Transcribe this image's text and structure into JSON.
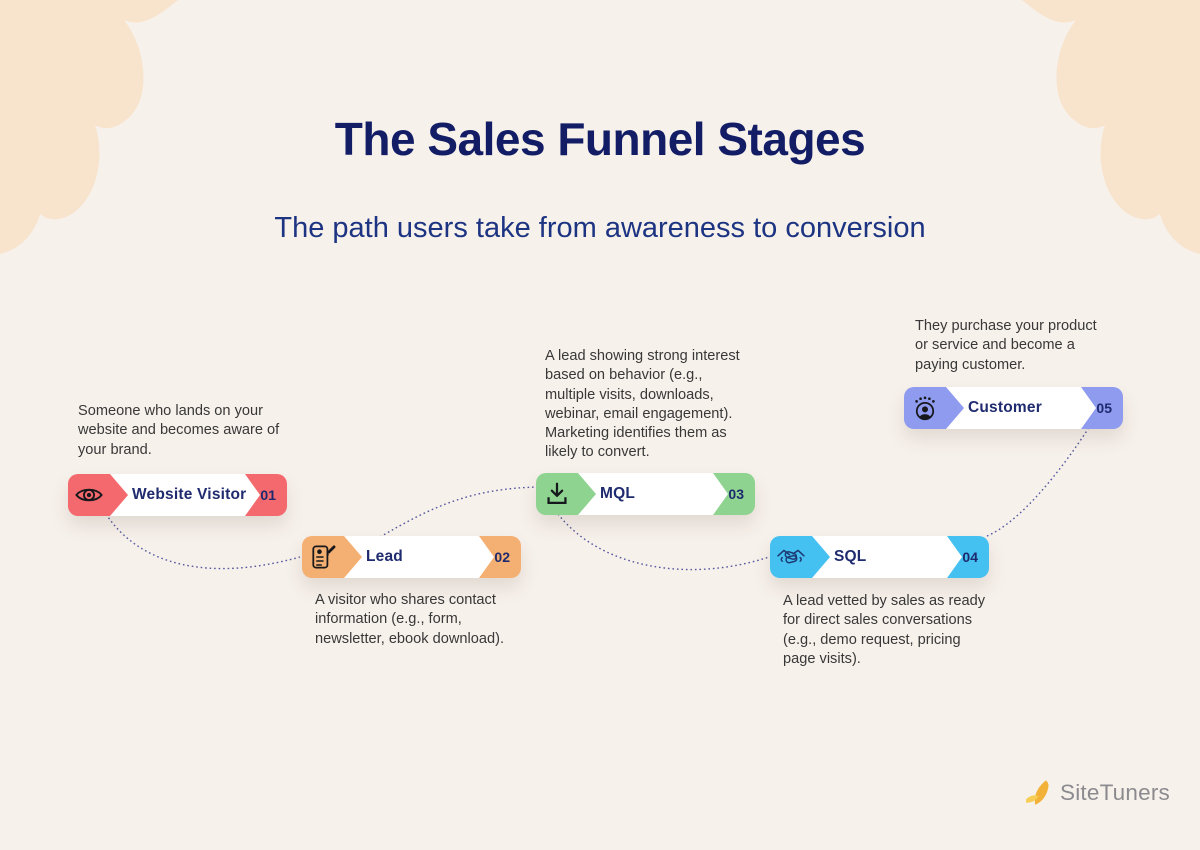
{
  "page": {
    "background_color": "#F7F1EB",
    "corner_blob_color": "#F8E4CD",
    "connector_color": "#54589F"
  },
  "header": {
    "title": "The Sales Funnel Stages",
    "subtitle": "The path users take from awareness to conversion",
    "title_color": "#121D66",
    "subtitle_color": "#1C3482"
  },
  "stages": [
    {
      "number": "01",
      "label": "Website Visitor",
      "icon": "eye-icon",
      "color": "#F4696E",
      "description": "Someone who lands on your\nwebsite and becomes aware of\nyour brand."
    },
    {
      "number": "02",
      "label": "Lead",
      "icon": "contact-form-icon",
      "color": "#F4B072",
      "description": "A visitor who shares contact\ninformation (e.g., form,\nnewsletter, ebook download)."
    },
    {
      "number": "03",
      "label": "MQL",
      "icon": "download-icon",
      "color": "#8FD390",
      "description": "A lead showing strong interest\nbased on behavior (e.g.,\nmultiple visits, downloads,\nwebinar, email engagement).\nMarketing identifies them as\nlikely to convert."
    },
    {
      "number": "04",
      "label": "SQL",
      "icon": "handshake-icon",
      "color": "#45C1F1",
      "description": "A lead vetted by sales as ready\nfor direct sales conversations\n(e.g., demo request, pricing\npage visits)."
    },
    {
      "number": "05",
      "label": "Customer",
      "icon": "customer-icon",
      "color": "#8E9BEF",
      "description": "They purchase your product\nor service and become a\npaying customer."
    }
  ],
  "footer": {
    "brand": "SiteTuners",
    "logo_color": "#F2B23A"
  }
}
